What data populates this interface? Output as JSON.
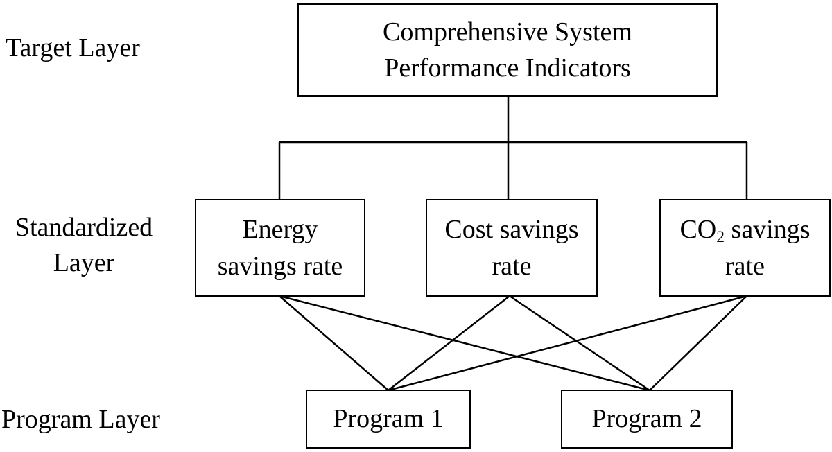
{
  "layers": {
    "target": {
      "label": "Target Layer"
    },
    "standardized": {
      "label_line1": "Standardized",
      "label_line2": "Layer"
    },
    "program": {
      "label": "Program Layer"
    }
  },
  "nodes": {
    "target": {
      "line1": "Comprehensive System",
      "line2": "Performance Indicators"
    },
    "energy": {
      "line1": "Energy",
      "line2": "savings rate"
    },
    "cost": {
      "line1": "Cost savings",
      "line2": "rate"
    },
    "co2": {
      "prefix": "CO",
      "subscript": "2",
      "suffix": " savings",
      "line2": "rate"
    },
    "program1": {
      "label": "Program 1"
    },
    "program2": {
      "label": "Program 2"
    }
  },
  "colors": {
    "stroke": "#000000",
    "background": "#ffffff"
  }
}
